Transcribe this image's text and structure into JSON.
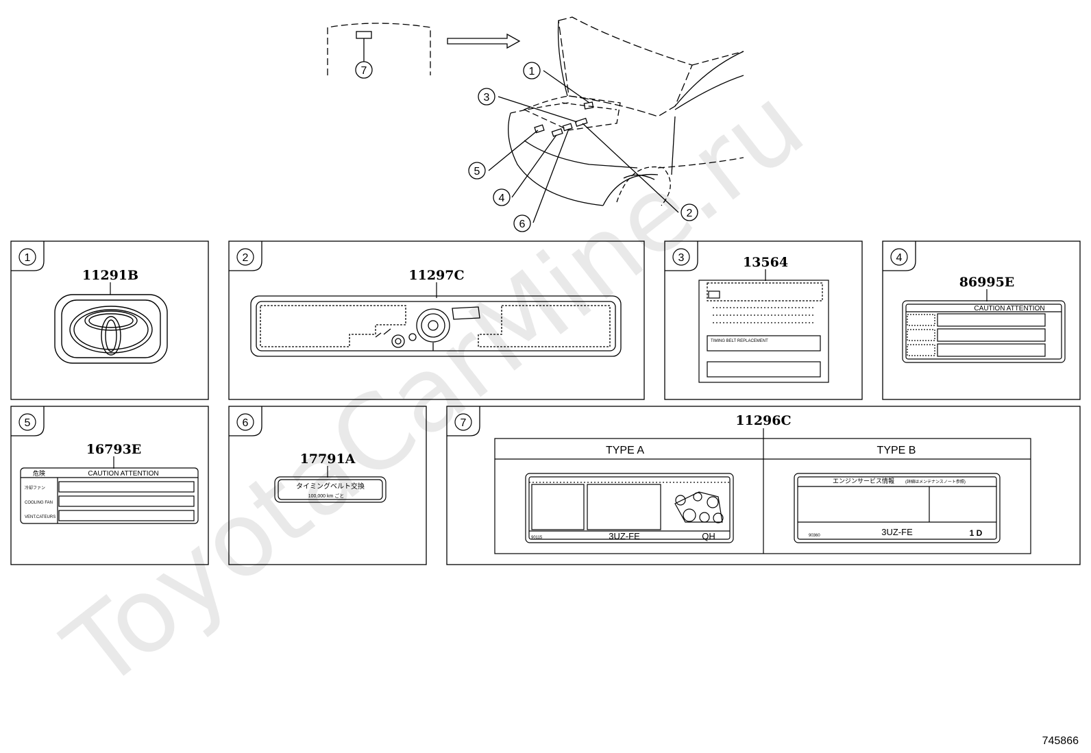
{
  "watermark": "ToyotaCarMine.ru",
  "reference_number": "745866",
  "overview": {
    "callouts": [
      "1",
      "2",
      "3",
      "4",
      "5",
      "6",
      "7"
    ]
  },
  "panels": [
    {
      "index": "1",
      "part_number": "11291B"
    },
    {
      "index": "2",
      "part_number": "11297C"
    },
    {
      "index": "3",
      "part_number": "13564",
      "label_text": "TIMING BELT REPLACEMENT"
    },
    {
      "index": "4",
      "part_number": "86995E",
      "label_text": "CAUTION   ATTENTION"
    },
    {
      "index": "5",
      "part_number": "16793E",
      "label_title": "危険",
      "label_text": "CAUTION      ATTENTION",
      "rows": [
        "冷却ファン",
        "COOLING FAN",
        "VENT.CATEURS"
      ]
    },
    {
      "index": "6",
      "part_number": "17791A",
      "label_line1": "タイミングベルト交換",
      "label_line2": "100,000 km ごと"
    },
    {
      "index": "7",
      "part_number": "11296C",
      "type_a": {
        "title": "TYPE A",
        "engine": "3UZ-FE",
        "code": "QH",
        "left_code": "90115"
      },
      "type_b": {
        "title": "TYPE B",
        "header": "エンジンサービス情報",
        "header_note": "(詳細はメンテナンスノート参照)",
        "engine": "3UZ-FE",
        "code": "1 D",
        "left_code": "90360"
      }
    }
  ]
}
